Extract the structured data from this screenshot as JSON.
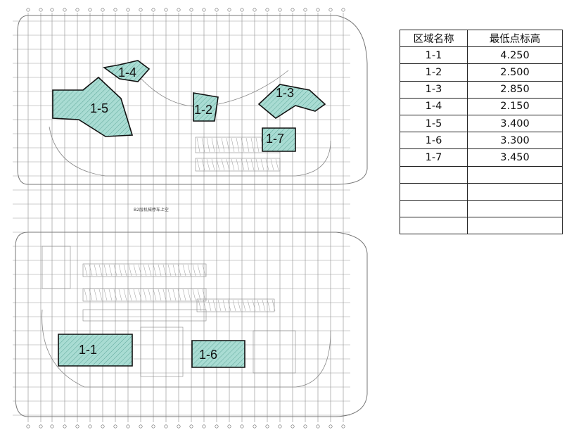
{
  "plan": {
    "note": "B2层机械停车上空",
    "zones": [
      {
        "id": "1-1",
        "label": "1-1"
      },
      {
        "id": "1-2",
        "label": "1-2"
      },
      {
        "id": "1-3",
        "label": "1-3"
      },
      {
        "id": "1-4",
        "label": "1-4"
      },
      {
        "id": "1-5",
        "label": "1-5"
      },
      {
        "id": "1-6",
        "label": "1-6"
      },
      {
        "id": "1-7",
        "label": "1-7"
      }
    ]
  },
  "table": {
    "headers": [
      "区域名称",
      "最低点标高"
    ],
    "rows": [
      [
        "1-1",
        "4.250"
      ],
      [
        "1-2",
        "2.500"
      ],
      [
        "1-3",
        "2.850"
      ],
      [
        "1-4",
        "2.150"
      ],
      [
        "1-5",
        "3.400"
      ],
      [
        "1-6",
        "3.300"
      ],
      [
        "1-7",
        "3.450"
      ],
      [
        "",
        ""
      ],
      [
        "",
        ""
      ],
      [
        "",
        ""
      ],
      [
        "",
        ""
      ]
    ]
  },
  "colors": {
    "zone_fill": "#a9dcd3",
    "zone_stroke": "#111111",
    "drawing_line": "#6b6b6b"
  }
}
